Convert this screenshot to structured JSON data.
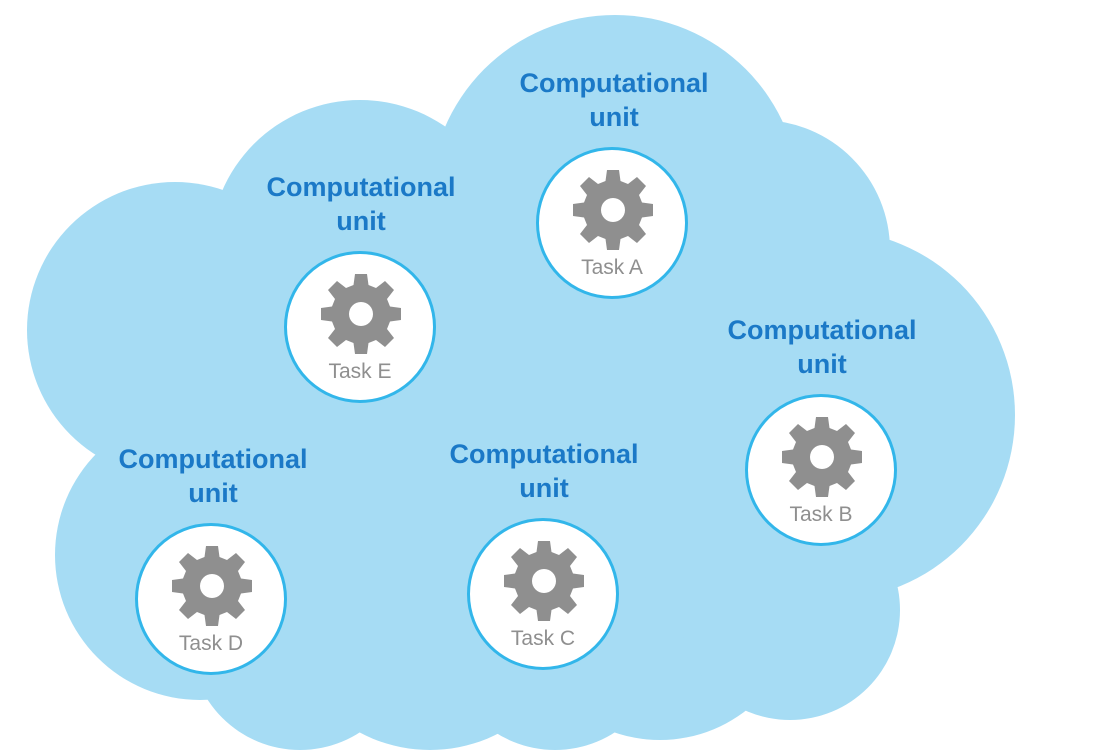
{
  "colors": {
    "cloud": "#a6dcf4",
    "label": "#1b79c7",
    "node_border": "#32b6ea",
    "gear": "#8f8f8f",
    "task_text": "#8f8f8f"
  },
  "units": [
    {
      "line1": "Computational",
      "line2": "unit",
      "task": "Task A",
      "icon": "gear-icon"
    },
    {
      "line1": "Computational",
      "line2": "unit",
      "task": "Task B",
      "icon": "gear-icon"
    },
    {
      "line1": "Computational",
      "line2": "unit",
      "task": "Task C",
      "icon": "gear-icon"
    },
    {
      "line1": "Computational",
      "line2": "unit",
      "task": "Task D",
      "icon": "gear-icon"
    },
    {
      "line1": "Computational",
      "line2": "unit",
      "task": "Task E",
      "icon": "gear-icon"
    }
  ]
}
